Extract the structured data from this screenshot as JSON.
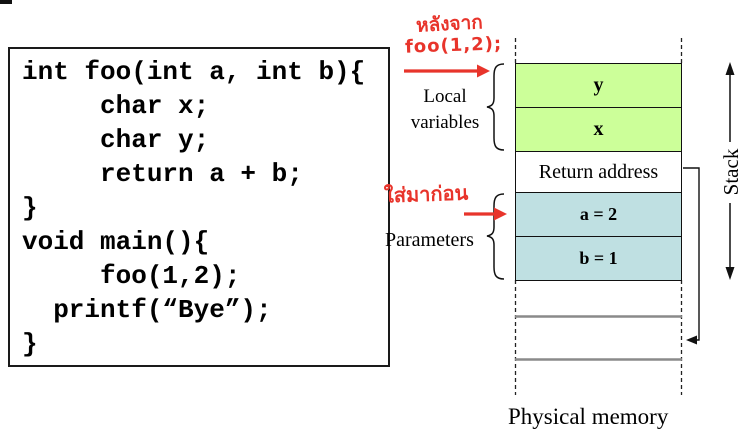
{
  "code_panel": {
    "lines": [
      "int foo(int a, int b){",
      "     char x;",
      "     char y;",
      "     return a + b;",
      "}",
      "void main(){",
      "     foo(1,2);",
      "  printf(“Bye”);",
      "}"
    ]
  },
  "diagram": {
    "cells": {
      "y": "y",
      "x": "x",
      "return_address": "Return address",
      "a": "a = 2",
      "b": "b = 1"
    },
    "local_variables_label": {
      "line1": "Local",
      "line2": "variables"
    },
    "parameters_label": "Parameters",
    "stack_label": "Stack",
    "physical_memory_label": "Physical memory"
  },
  "handwritten_annotations": {
    "after_call_line1": "หลังจาก",
    "after_call_line2": "foo(1,2);",
    "inserted_first": "ใส่มาก่อน"
  },
  "colors": {
    "local_variable_cell": "#ccff99",
    "parameter_cell": "#bfe0e2",
    "annotation_red": "#e8342b",
    "memory_line_gray": "#8a8a8a",
    "line_black": "#111111"
  }
}
